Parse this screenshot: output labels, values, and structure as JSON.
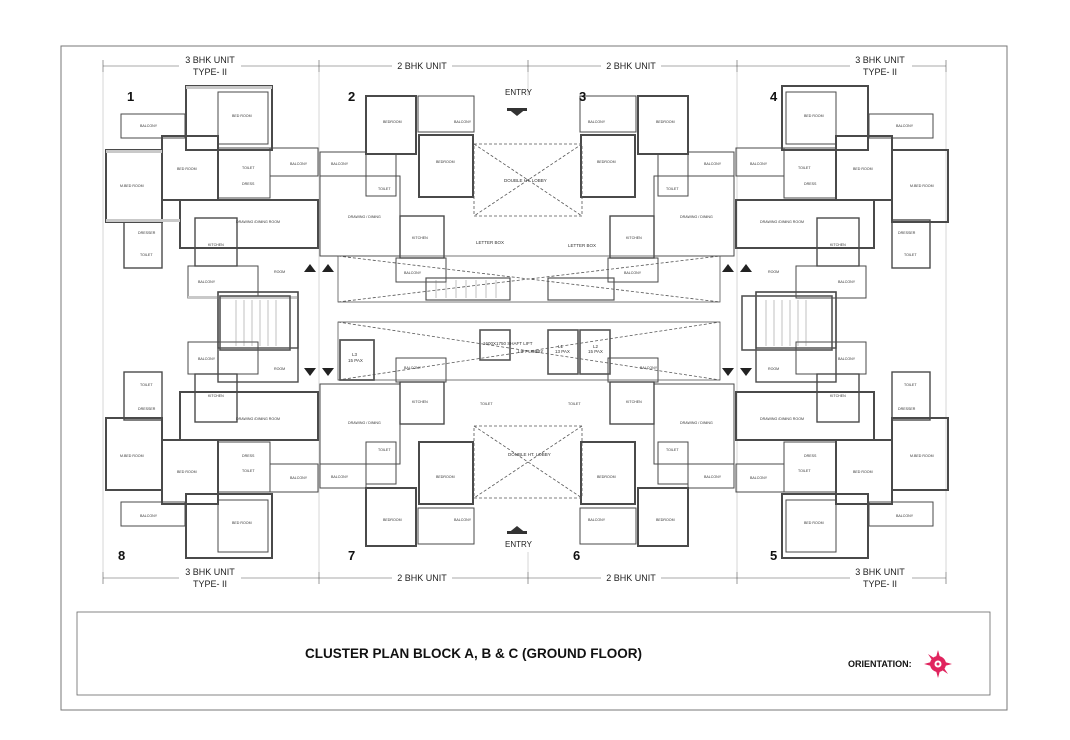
{
  "drawing": {
    "title": "CLUSTER PLAN BLOCK A, B & C  (GROUND FLOOR)",
    "orientation_label": "ORIENTATION:",
    "colors": {
      "wall": "#4a4a4a",
      "wall_fill": "#c9c9c9",
      "line": "#555555",
      "compass": "#e0245e"
    }
  },
  "top_labels": {
    "left_unit": "3 BHK UNIT",
    "left_type": "TYPE- II",
    "mid_left": "2 BHK UNIT",
    "mid_right": "2 BHK UNIT",
    "right_unit": "3 BHK UNIT",
    "right_type": "TYPE- II"
  },
  "bottom_labels": {
    "left_unit": "3 BHK UNIT",
    "left_type": "TYPE- II",
    "mid_left": "2 BHK UNIT",
    "mid_right": "2 BHK UNIT",
    "right_unit": "3 BHK UNIT",
    "right_type": "TYPE- II"
  },
  "unit_numbers": [
    "1",
    "2",
    "3",
    "4",
    "5",
    "6",
    "7",
    "8"
  ],
  "entries": {
    "top": "ENTRY",
    "bottom": "ENTRY"
  },
  "room_labels": {
    "balcony": "BALCONY",
    "bed_room": "BED ROOM",
    "mbed_room": "M.BED ROOM",
    "toilet": "TOILET",
    "dress": "DRESS",
    "dresser": "DRESSER",
    "kitchen": "KITCHEN",
    "drawing_dining": "DRAWING /DINING ROOM",
    "drawing_dining_short": "DRAWING / DINING",
    "bedroom": "BEDROOM",
    "room": "ROOM",
    "double_ht_lobby": "DOUBLE HT. LOBBY",
    "letter_box": "LETTER BOX",
    "lift_lobby": "LIFT LOBBY",
    "lift_l1": "L1",
    "lift_l1_cap": "13 PAX",
    "lift_l2": "L2",
    "lift_l2_cap": "15 PAX",
    "lift_l3": "L3",
    "lift_l3_cap": "15 PAX",
    "shaft": "1600X1750 SHAFT LIFT"
  }
}
